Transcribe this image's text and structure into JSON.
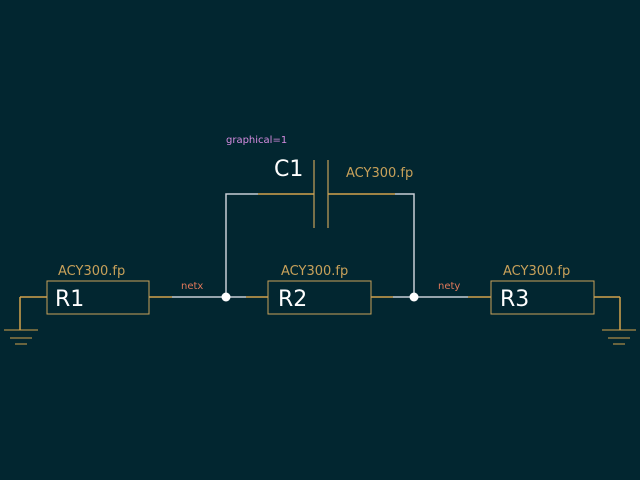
{
  "colors": {
    "background": "#022630",
    "wire": "#c7cdd6",
    "component": "#c8a15a",
    "pin": "#d2a24c",
    "refdes": "#ffffff",
    "footprint": "#c8a15a",
    "netlabel": "#e0785a",
    "attribute": "#d58ce0",
    "junction": "#ffffff"
  },
  "components": {
    "r1": {
      "refdes": "R1",
      "footprint": "ACY300.fp"
    },
    "r2": {
      "refdes": "R2",
      "footprint": "ACY300.fp"
    },
    "r3": {
      "refdes": "R3",
      "footprint": "ACY300.fp"
    },
    "c1": {
      "refdes": "C1",
      "footprint": "ACY300.fp",
      "attribute": "graphical=1"
    }
  },
  "nets": {
    "netx": "netx",
    "nety": "nety"
  },
  "icons": [
    "ground-symbol-left",
    "ground-symbol-right",
    "junction-dot"
  ]
}
